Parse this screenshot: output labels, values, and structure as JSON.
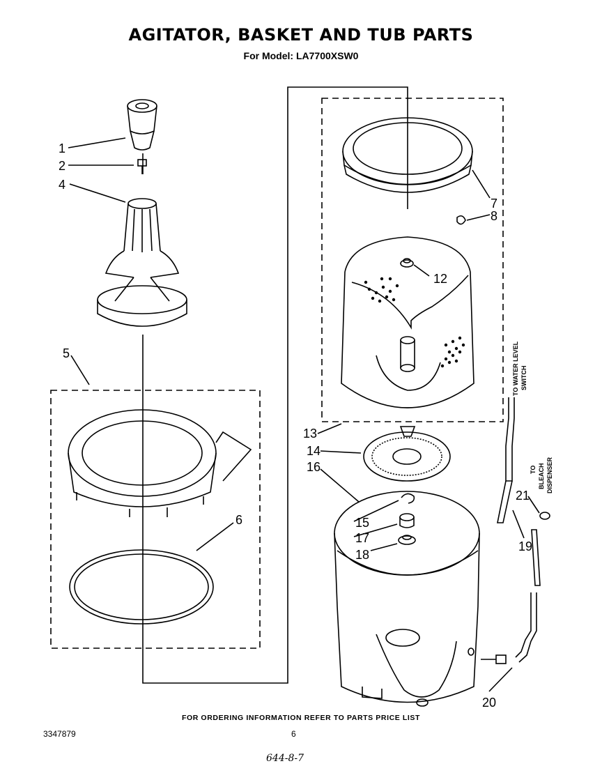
{
  "header": {
    "title": "AGITATOR, BASKET AND TUB PARTS",
    "subtitle": "For Model: LA7700XSW0"
  },
  "callouts": [
    "1",
    "2",
    "4",
    "5",
    "6",
    "7",
    "8",
    "12",
    "13",
    "14",
    "16",
    "15",
    "17",
    "18",
    "21",
    "19",
    "20"
  ],
  "side_labels": {
    "water_level_1": "TO WATER LEVEL",
    "water_level_2": "SWITCH",
    "bleach_1": "TO",
    "bleach_2": "BLEACH",
    "bleach_3": "DISPENSER"
  },
  "footer": {
    "ordering_note": "FOR ORDERING INFORMATION REFER TO PARTS PRICE LIST",
    "document_number": "3347879",
    "page_number": "6",
    "handwritten_note": "644-8-7"
  }
}
